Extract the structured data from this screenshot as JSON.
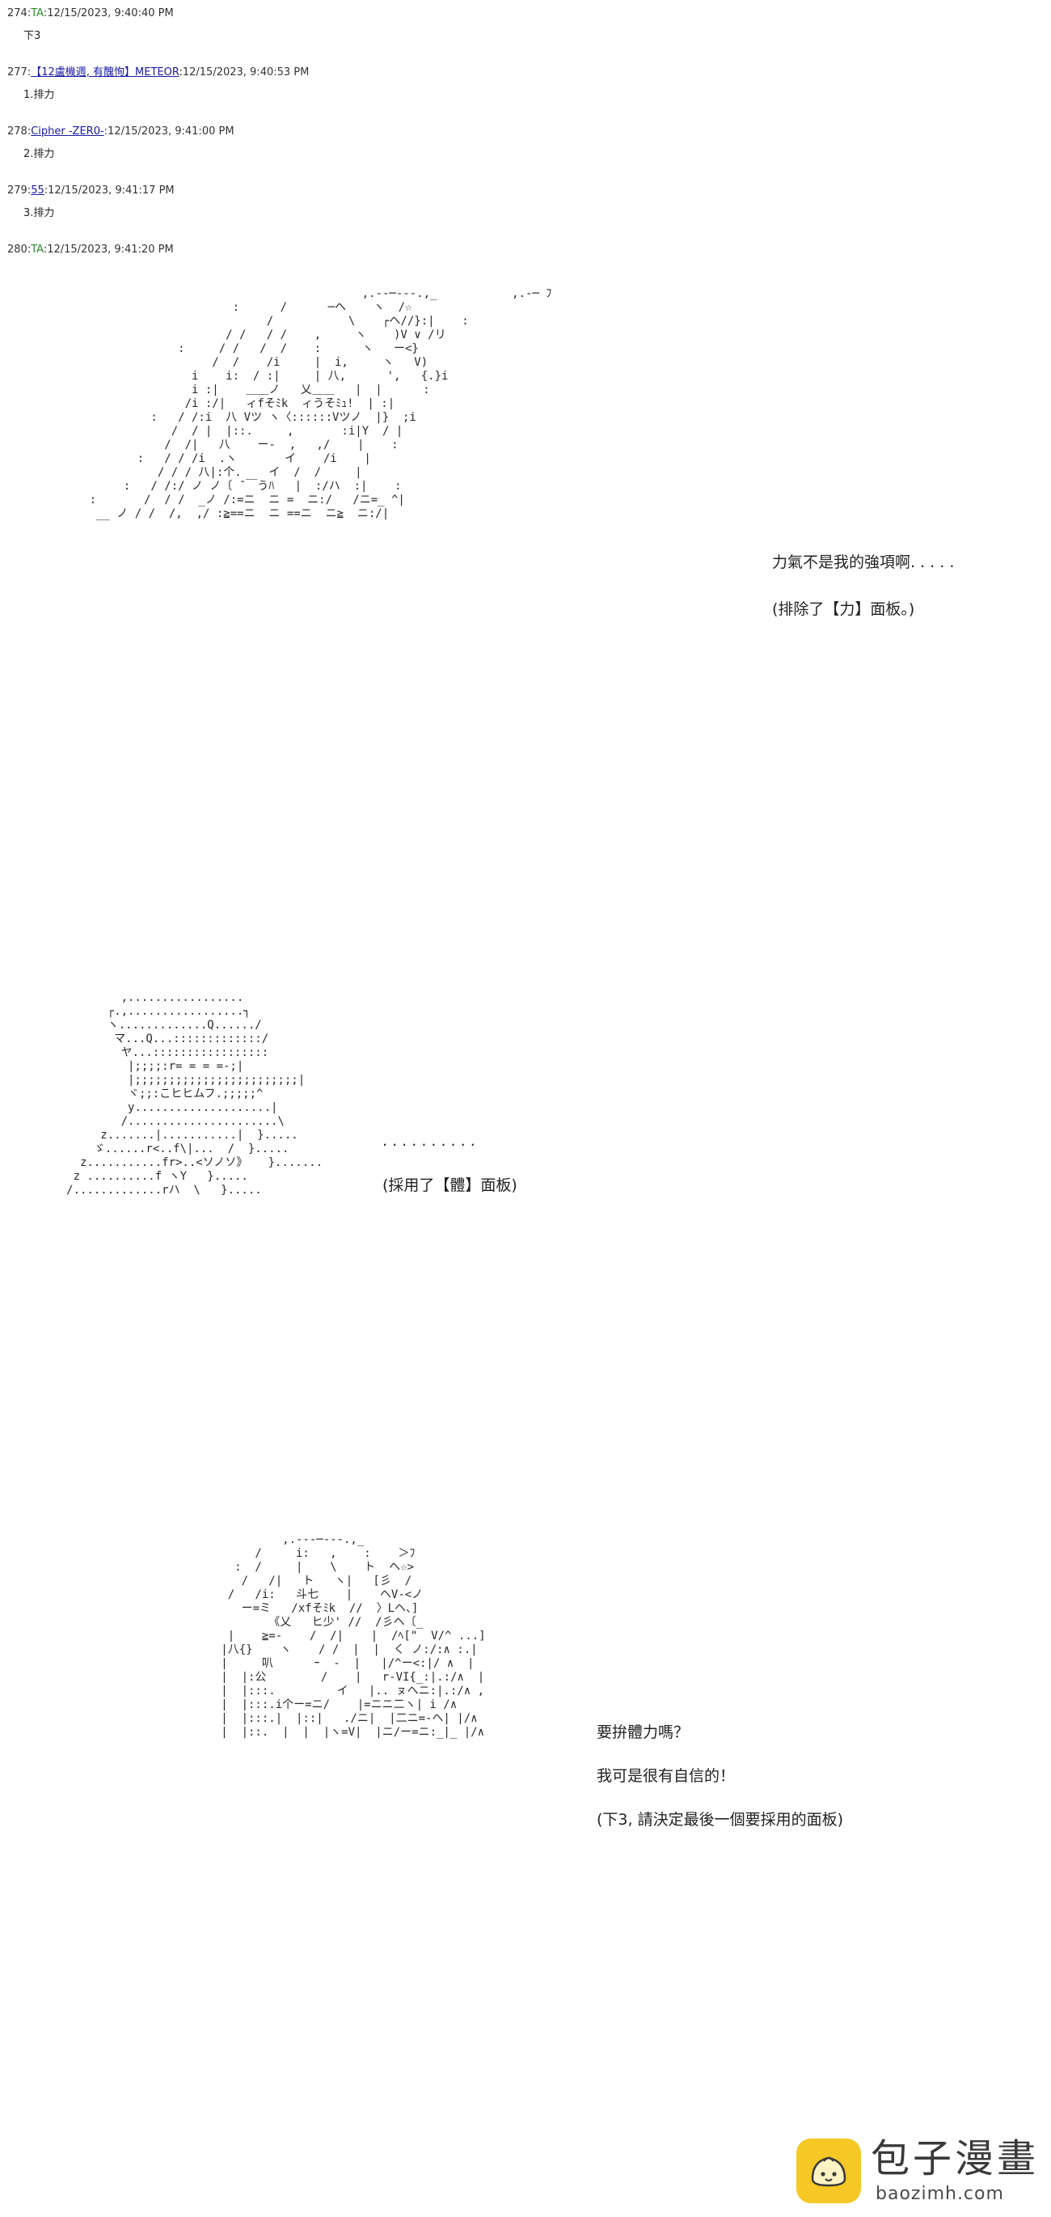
{
  "posts": [
    {
      "num": "274:",
      "author": "TA",
      "author_link": false,
      "time": ":12/15/2023, 9:40:40 PM",
      "body": "下3"
    },
    {
      "num": "277:",
      "author": "【12盧機週, 有醜恂】METEOR",
      "author_link": true,
      "time": ":12/15/2023, 9:40:53 PM",
      "body": "1.排力"
    },
    {
      "num": "278:",
      "author": "Cipher -ZER0-",
      "author_link": true,
      "time": ":12/15/2023, 9:41:00 PM",
      "body": "2.排力"
    },
    {
      "num": "279:",
      "author": "55",
      "author_link": true,
      "time": ":12/15/2023, 9:41:17 PM",
      "body": "3.排力"
    },
    {
      "num": "280:",
      "author": "TA",
      "author_link": false,
      "time": ":12/15/2023, 9:41:20 PM",
      "body": ""
    }
  ],
  "captions": {
    "c1_line1": "力氣不是我的強項啊. . . . .",
    "c1_line2": "(排除了【力】面板。)",
    "c2_line1": ". . . . . . . . . .",
    "c2_line2": "(採用了【體】面板)",
    "c3_line1": "要拚體力嗎？",
    "c3_line2": "我可是很有自信的！",
    "c3_line3": "(下3, 請決定最後一個要採用的面板)"
  },
  "art": {
    "art1": "                                              ,.--─‐‐-.,_           ,.-─ ﾌ\n                           :      /      ─ヘ    ヽ  /☆\n                                /           \\    ┌ヘ//}:|    :\n                          / /   / /    ,     ヽ    )V ∨ /リ\n                   :     / /   /  /    :      ヽ   ー<}\n                        /  /    /i     |  i,     ヽ   V)\n                     i    i:  / :|     | 八,      ',   {.}i\n                     i :|    ＿＿ノ   乂＿＿   |  |      :\n                    /i :/|   ィfそﾐk  ィうそﾐｭ!  | :|\n               :   / /:i  八 Vツ ヽ〈::::::Vツノ  |}  ;i\n                  /  / |  |::.     ,       :i|Y  / |\n                 /  /|   八    ー‐  ,   ,/    |    :\n             :   / / /i  .ヽ       イ    /i    |\n                / / / 八|:个.    イ  /  /     |\n           :   / /:/ ノ ノ〔 ̄ ￣うﾊ   |  :/ハ  :|    :\n      :       /  / /  _ノ /:=ニ  ニ =  ニ:/   /ニ=_ ^|\n       __ ノ / /  /,  ,/ :≧==ニ  ニ ==ニ  ニ≧  ニ:/|",
    "art2": "             ,.................\n           ┌.,.................┐\n           ヽ.............Q....../\n            マ...Q...:::::::::::::/\n             ヤ...:::::::::::::::::\n              |;;;;:r= = = =-;|\n              |;;;;;;;;;;;;;;;;;;;;;;;;|\n              ヾ;;:こヒヒムフ.;;;;;^\n              y....................|\n             /......................\\\n          z.......|...........|  }.....\n         ゞ......r<..f\\|...  /  }.....\n       z...........fr>..<ソノソ》   }.......\n      z ..........f ヽY   }.....\n     /.............rハ  \\   }.....",
    "art3": "                          ,.-‐‐─‐‐-.,_\n                      /     i:   ,    :    ＞ﾌ\n                   :  /     |    \\    ト  ヘ☆>\n                    /   /|   ト   ヽ|   [彡  /\n                  /   /i:   斗七    |    ヘV-<ノ\n                    ー=ミ   /xfそﾐk  //  〉Lヘ、]\n                        《乂   ヒ少' //  /彡ヘ〔_\n                  |    ≧=-    /  /|    |  /ﾍ[\"  V/^ ...]\n                 |八{}    ヽ    / /  |  |  く ノ:/:∧ :.|\n                 |     叭      ｰ  ‐  |   |/^ー<:|/ ∧  |\n                 |  |:公        /    |   r-VI{_:|.:/∧  |\n                 |  |:::.         イ   |.. ㇴへニ:|.:/∧ ,\n                 |  |:::.i个ー=ニ/    |=ニニ二ヽ| i /∧\n                 |  |:::.|  |::|   ./ニ|  |二ニ=-ヘ| |/∧\n                 |  |::.  |  |  |ヽ=V|  |ニ/ー=ニ:_|_ |/∧"
  },
  "watermark": {
    "title": "包子漫畫",
    "url": "baozimh.com"
  }
}
